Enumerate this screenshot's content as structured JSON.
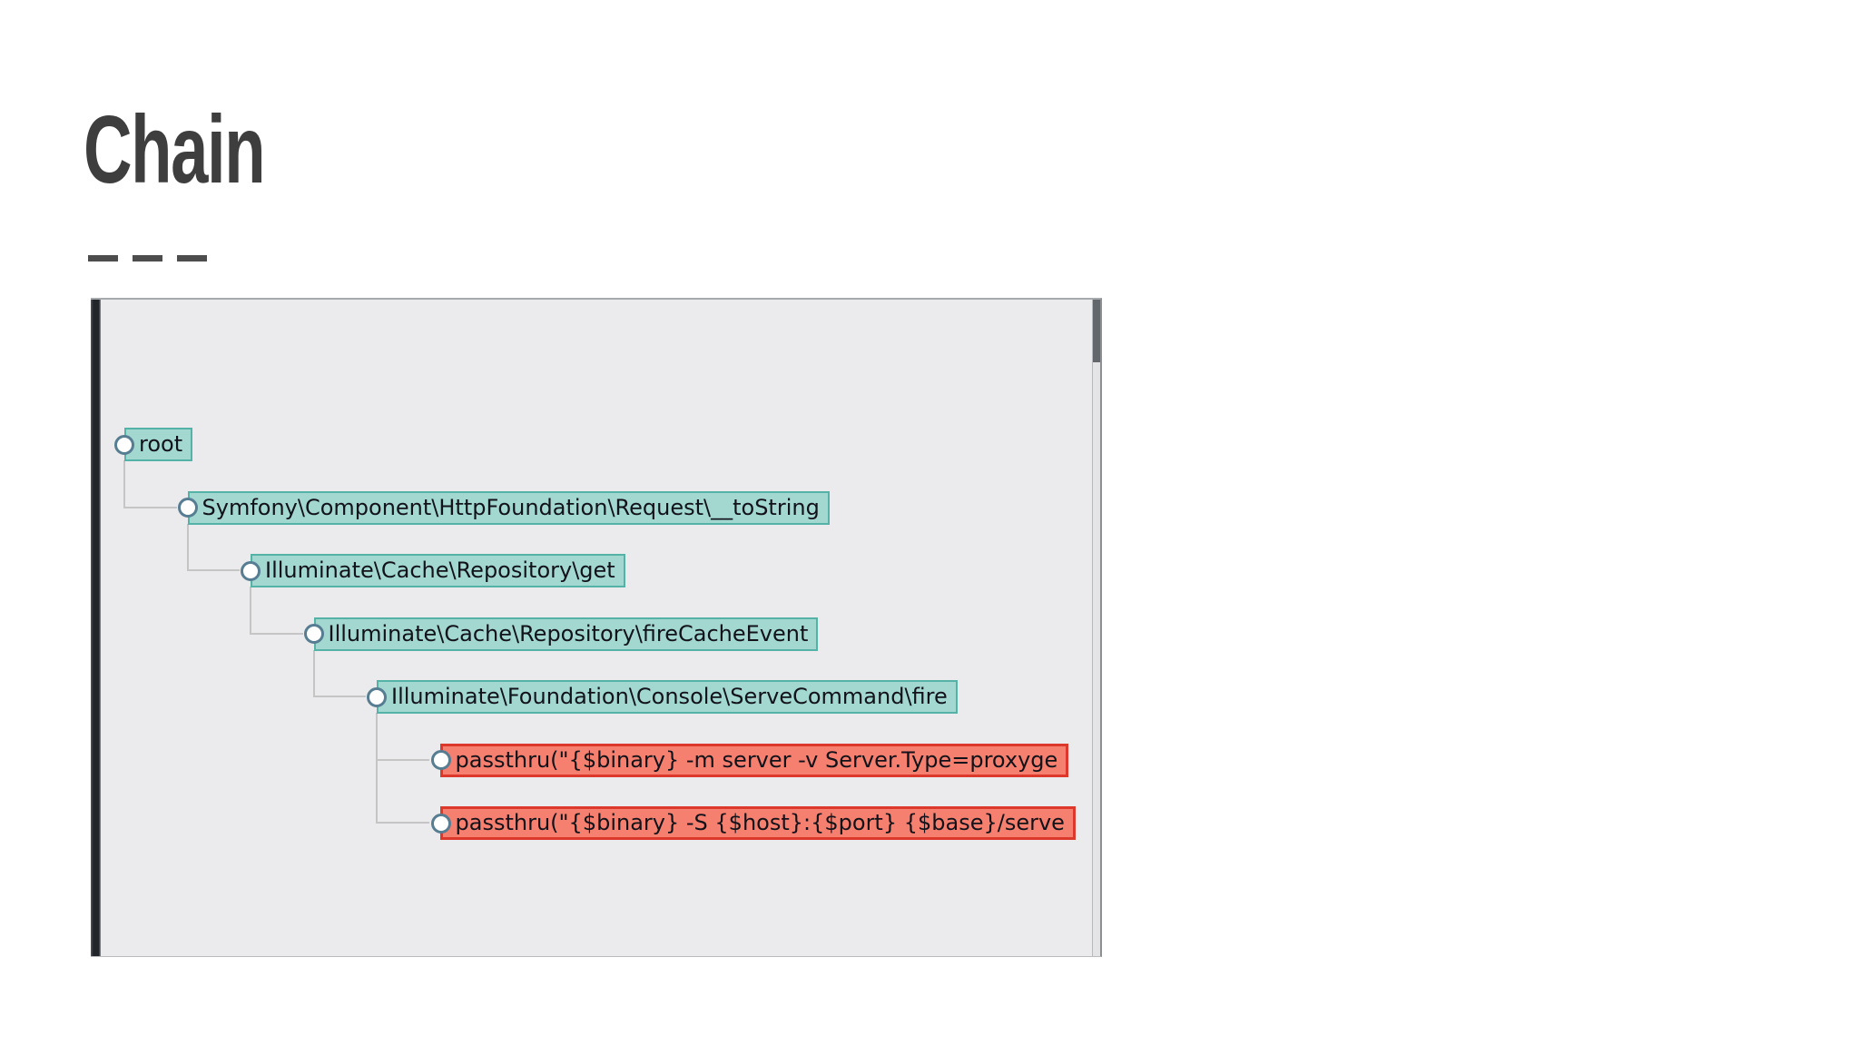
{
  "slide": {
    "title": "Chain"
  },
  "theme": {
    "title_color": "#3e3e3e",
    "panel_bg": "#ebebed",
    "teal_fill": "#a3d8d1",
    "teal_border": "#54b2a7",
    "red_fill": "#f5806f",
    "red_border": "#dc382b",
    "circle_border": "#567d92",
    "connector": "#c5c5c6",
    "node_text": "#12121a"
  },
  "tree": {
    "nodes": [
      {
        "label": "root",
        "type": "teal",
        "level": 0
      },
      {
        "label": "Symfony\\Component\\HttpFoundation\\Request\\__toString",
        "type": "teal",
        "level": 1
      },
      {
        "label": "Illuminate\\Cache\\Repository\\get",
        "type": "teal",
        "level": 2
      },
      {
        "label": "Illuminate\\Cache\\Repository\\fireCacheEvent",
        "type": "teal",
        "level": 3
      },
      {
        "label": "Illuminate\\Foundation\\Console\\ServeCommand\\fire",
        "type": "teal",
        "level": 4
      },
      {
        "label": "passthru(\"{$binary} -m server -v Server.Type=proxyge",
        "type": "red",
        "level": 5
      },
      {
        "label": "passthru(\"{$binary} -S {$host}:{$port} {$base}/serve",
        "type": "red",
        "level": 5
      }
    ]
  }
}
